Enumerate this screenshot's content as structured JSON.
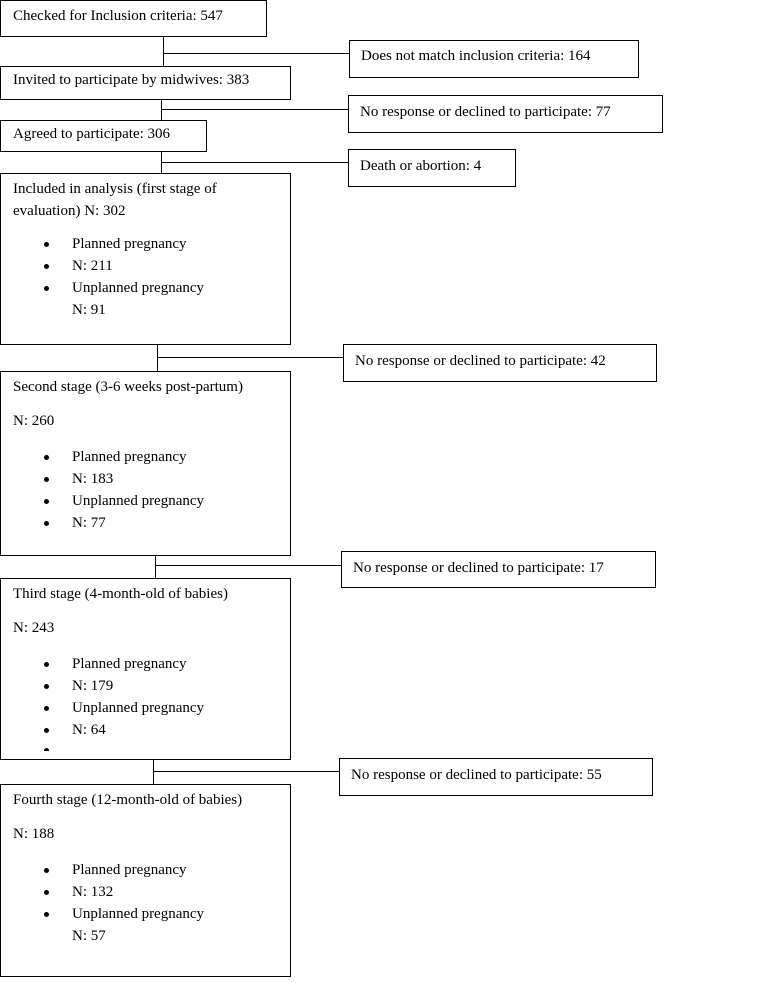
{
  "flow": {
    "checked": "Checked for Inclusion criteria: 547",
    "excluded_criteria": "Does not match inclusion criteria: 164",
    "invited": "Invited to participate by midwives: 383",
    "no_response_1": "No response or declined to participate: 77",
    "agreed": "Agreed to participate: 306",
    "death": "Death or abortion: 4",
    "stage1": {
      "title_line1": "Included in analysis (first stage of",
      "title_line2": "evaluation) N: 302",
      "items": [
        "Planned pregnancy",
        "N: 211",
        "Unplanned pregnancy",
        "N: 91"
      ]
    },
    "no_response_2": "No response or declined to participate: 42",
    "stage2": {
      "title": "Second stage (3-6 weeks post-partum)",
      "n": "N: 260",
      "items": [
        "Planned pregnancy",
        "N: 183",
        "Unplanned pregnancy",
        "N: 77"
      ]
    },
    "no_response_3": "No response or declined to participate: 17",
    "stage3": {
      "title": "Third stage (4-month-old of babies)",
      "n": "N: 243",
      "items": [
        "Planned pregnancy",
        "N: 179",
        "Unplanned pregnancy",
        "N: 64"
      ]
    },
    "no_response_4": "No response or declined to participate: 55",
    "stage4": {
      "title": "Fourth stage (12-month-old of babies)",
      "n": "N: 188",
      "items": [
        "Planned pregnancy",
        "N: 132",
        "Unplanned pregnancy",
        "N: 57"
      ]
    }
  }
}
